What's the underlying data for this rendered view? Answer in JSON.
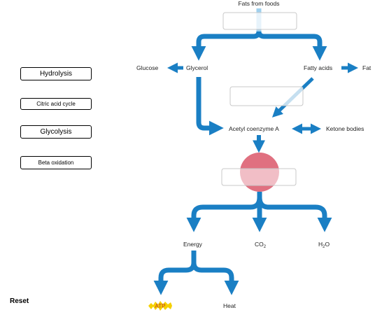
{
  "labels": {
    "hydrolysis": "Hydrolysis",
    "citric_acid_cycle": "Citric acid cycle",
    "glycolysis": "Glycolysis",
    "beta_oxidation": "Beta oxidation"
  },
  "reset": "Reset",
  "diagram": {
    "fats_from_foods": "Fats from foods",
    "glucose": "Glucose",
    "glycerol": "Glycerol",
    "fatty_acids": "Fatty acids",
    "fat": "Fat",
    "acetyl_coa": "Acetyl coenzyme A",
    "ketone_bodies": "Ketone bodies",
    "energy": "Energy",
    "co2_base": "CO",
    "co2_sub": "2",
    "h2o_h": "H",
    "h2o_sub": "2",
    "h2o_o": "O",
    "atp": "ATP",
    "heat": "Heat"
  },
  "colors": {
    "arrow": "#1a7fc4",
    "arrow_light": "#9fd0ee",
    "circle": "#e07080",
    "atp_burst": "#f5d000"
  }
}
